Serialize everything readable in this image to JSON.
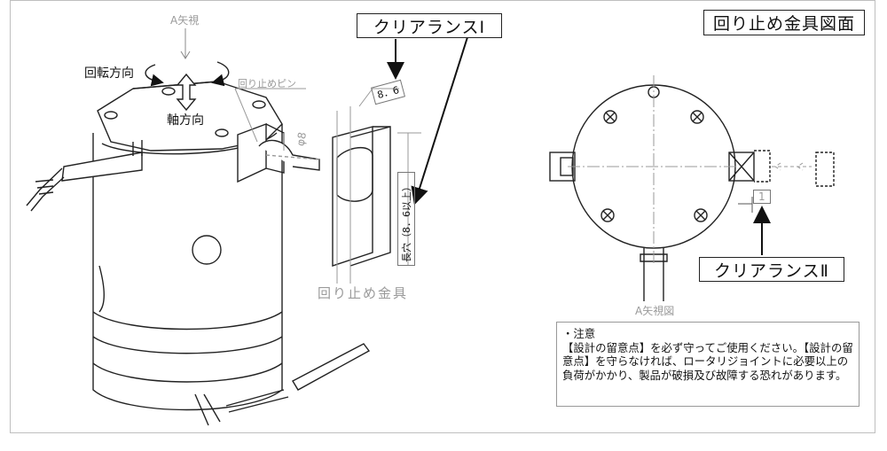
{
  "labels": {
    "title": "回り止め金具図面",
    "clearance1": "クリアランスⅠ",
    "clearance2": "クリアランスⅡ",
    "a_view_top": "A矢視",
    "rotation": "回転方向",
    "axial": "軸方向",
    "stop_pin": "回り止めピン",
    "phi8": "φ8",
    "dim_86": "8．6",
    "long_hole": "長穴（8．6以上）",
    "stop_bracket": "回り止め金具",
    "a_view_fig": "A矢視図",
    "dim_1": "1"
  },
  "note": {
    "heading": "・注意",
    "body": "【設計の留意点】を必ず守ってご使用ください。【設計の留意点】を守らなければ、ロータリジョイントに必要以上の負荷がかかり、製品が破損及び故障する恐れがあります。"
  },
  "colors": {
    "line": "#222222",
    "dim_gray": "#9a9a9a",
    "frame": "#bfbfbf"
  }
}
